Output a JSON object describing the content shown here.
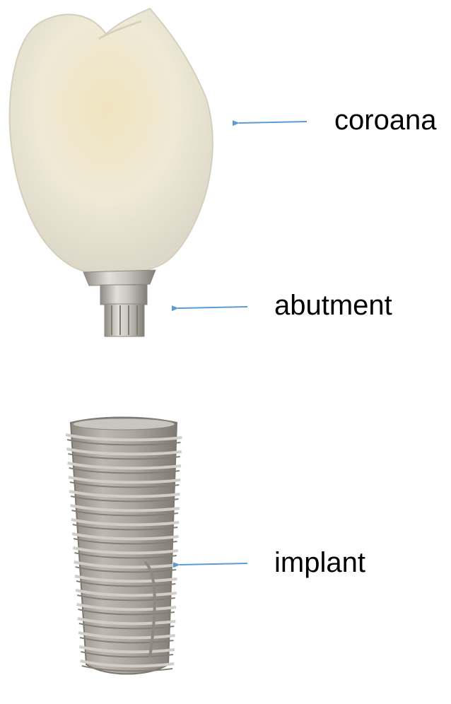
{
  "labels": {
    "crown": "coroana",
    "abutment": "abutment",
    "implant": "implant"
  },
  "colors": {
    "arrow": "#5b9bd5",
    "crown": "#ece6d2",
    "metal": "#b9b5ae",
    "implant": "#a8a39b"
  }
}
